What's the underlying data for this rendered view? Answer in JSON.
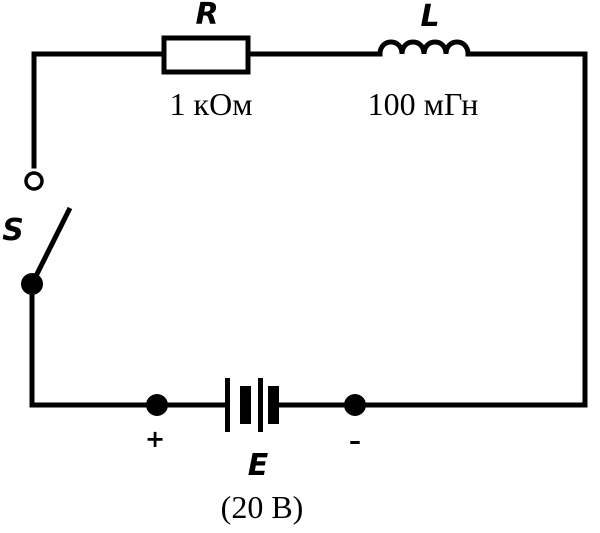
{
  "resistor": {
    "symbol": "R",
    "value": "1 кОм"
  },
  "inductor": {
    "symbol": "L",
    "value": "100 мГн"
  },
  "switch": {
    "symbol": "S"
  },
  "battery": {
    "symbol": "E",
    "value": "(20 В)",
    "plus": "+",
    "minus": "–"
  },
  "colors": {
    "ink": "#000000",
    "background": "#ffffff"
  }
}
